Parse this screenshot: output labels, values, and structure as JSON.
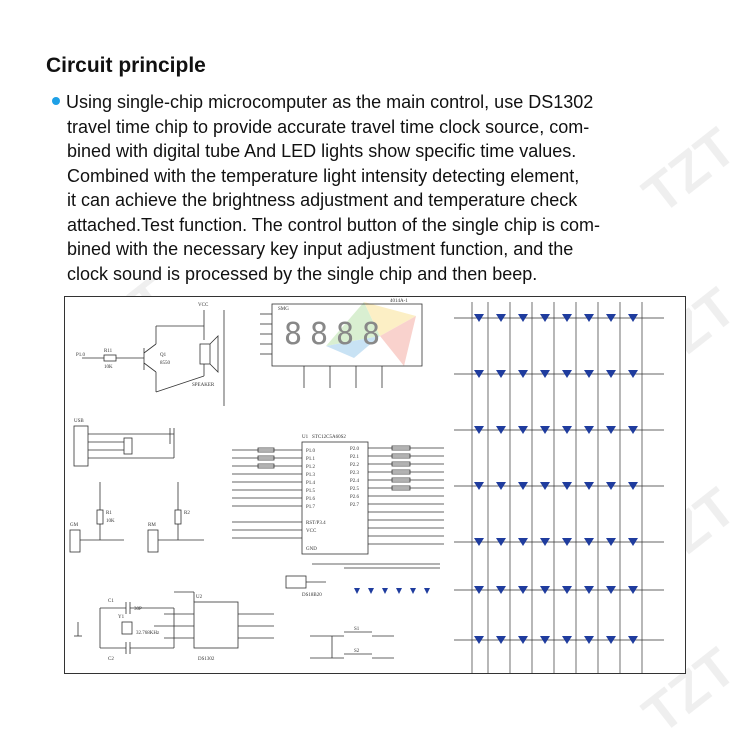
{
  "page": {
    "title": "Circuit principle",
    "lines": [
      "Using single-chip microcomputer as the main control, use DS1302",
      "travel time chip to provide accurate travel time clock source, com-",
      "bined with digital tube And LED lights show specific time values.",
      "Combined with the temperature light intensity detecting element,",
      "it can achieve the brightness adjustment and temperature check",
      "attached.Test function. The control button of the single chip is com-",
      "bined with the necessary key input adjustment function, and the",
      "clock sound is processed by the single chip and then beep."
    ]
  },
  "watermark": {
    "text": "TZT"
  },
  "schematic": {
    "labels": {
      "vcc": "VCC",
      "speaker": "SPEAKER",
      "q1": "Q1",
      "q1_part": "8550",
      "r11": "R11",
      "r11_val": "10K",
      "p10": "P1.0",
      "usb": "USB",
      "smg": "SMG",
      "smg_part": "4014A-1",
      "u1": "U1",
      "u1_part": "STC12C5A60S2",
      "u2": "U2",
      "u2_part": "DS1302",
      "y1": "Y1",
      "y1_val": "32.768KHz",
      "c1": "C1",
      "c2": "C2",
      "c_val": "30P",
      "s1": "S1",
      "s2": "S2",
      "rst": "RST",
      "gnd": "GND",
      "r1": "R1",
      "r2": "R2",
      "r_val": "10K",
      "rm": "RM",
      "gm": "GM",
      "sensor": "DS18B20",
      "p_vcc": "VCC",
      "p_gnd": "GND",
      "rst_pin": "RST/P3.4",
      "pin_p10": "P1.0",
      "pin_p11": "P1.1",
      "pin_p12": "P1.2",
      "pin_p13": "P1.3",
      "pin_p14": "P1.4",
      "pin_p15": "P1.5",
      "pin_p16": "P1.6",
      "pin_p17": "P1.7",
      "pin_p20": "P2.0",
      "pin_p21": "P2.1",
      "pin_p22": "P2.2",
      "pin_p23": "P2.3",
      "pin_p24": "P2.4",
      "pin_p25": "P2.5",
      "pin_p26": "P2.6",
      "pin_p27": "P2.7"
    }
  }
}
